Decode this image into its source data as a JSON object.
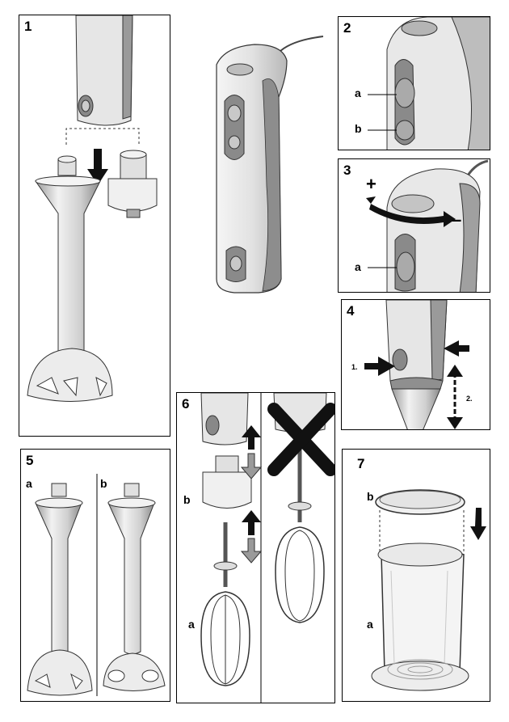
{
  "panels": {
    "p1": {
      "number": "1"
    },
    "p2": {
      "number": "2",
      "label_a": "a",
      "label_b": "b"
    },
    "p3": {
      "number": "3",
      "plus": "+",
      "minus": "–",
      "label_a": "a"
    },
    "p4": {
      "number": "4",
      "step1": "1.",
      "step2": "2."
    },
    "p5": {
      "number": "5",
      "label_a": "a",
      "label_b": "b"
    },
    "p6": {
      "number": "6",
      "label_b": "b",
      "label_a": "a"
    },
    "p7": {
      "number": "7",
      "label_b": "b",
      "label_a": "a"
    }
  },
  "colors": {
    "metal": "#d8d8d8",
    "dark_grey": "#6e6e6e",
    "mid_grey": "#a8a8a8",
    "arrow_grey": "#9a9a9a"
  }
}
